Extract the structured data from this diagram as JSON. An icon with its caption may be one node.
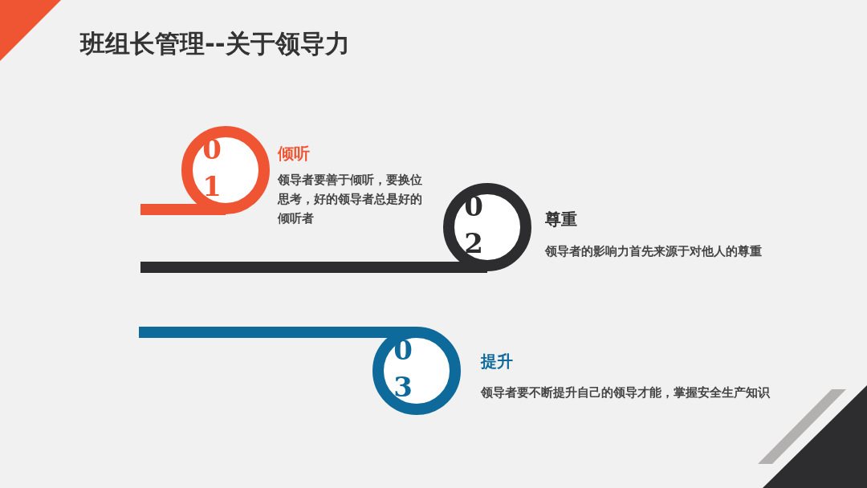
{
  "diagram": {
    "title": "班组长管理--关于领导力",
    "nodes": [
      {
        "text": [
          "01"
        ],
        "beside": [
          "倾听",
          "领导者要善于倾听，要换位思考，好的领导者总是好的倾听者"
        ]
      },
      {
        "text": [],
        "shape": "bar"
      },
      {
        "text": [
          "02"
        ],
        "beside": [
          "尊重",
          "领导者的影响力首先来源于对他人的尊重"
        ]
      },
      {
        "text": [],
        "shape": "bar"
      },
      {
        "text": [
          "03"
        ],
        "beside": [
          "提升",
          "领导者要不断提升自己的领导才能，掌握安全生产知识"
        ]
      },
      {
        "text": [],
        "shape": "bar"
      }
    ]
  }
}
